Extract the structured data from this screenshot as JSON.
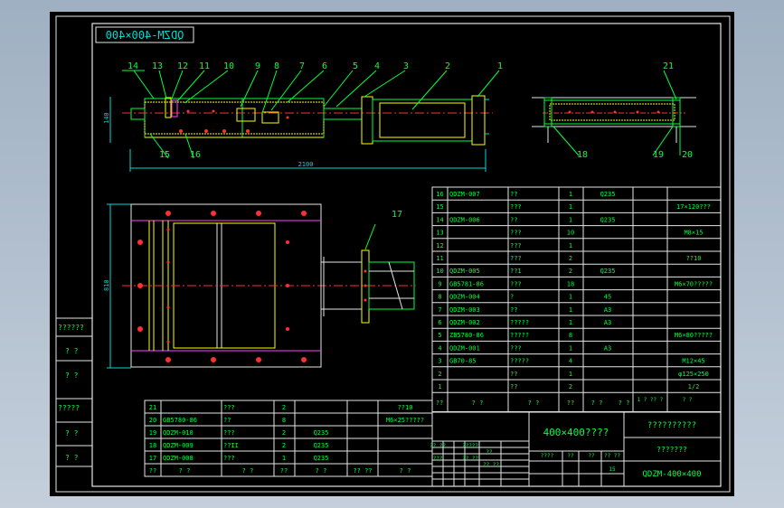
{
  "colors": {
    "background": "#000000",
    "frame": "#ffffff",
    "cad_cyan": "#00d8d8",
    "cad_green": "#00ff40",
    "cad_yellow": "#ffff00",
    "cad_red": "#ff3030",
    "cad_magenta": "#ff40ff",
    "cad_blue": "#4070ff",
    "cad_white": "#e6e6e6"
  },
  "drawing": {
    "code_box": "QDZM-400×400",
    "dimensions": {
      "height_left": "140",
      "overall_length": "2100",
      "plan_width": "810"
    },
    "part_callouts": {
      "top_left": [
        "14",
        "13",
        "12",
        "11",
        "10",
        "9",
        "8",
        "7",
        "6",
        "5",
        "4",
        "3",
        "2",
        "1"
      ],
      "bottom_left": [
        "15",
        "16"
      ],
      "right_view": [
        "21",
        "18",
        "19",
        "20"
      ],
      "plan_view": [
        "17"
      ]
    }
  },
  "parts_table": {
    "rows": [
      {
        "no": "16",
        "code": "QDZM-007",
        "name": "??",
        "qty": "1",
        "material": "Q235",
        "note": ""
      },
      {
        "no": "15",
        "code": "",
        "name": "???",
        "qty": "1",
        "material": "",
        "note": "17×120???"
      },
      {
        "no": "14",
        "code": "QDZM-006",
        "name": "??",
        "qty": "1",
        "material": "Q235",
        "note": ""
      },
      {
        "no": "13",
        "code": "",
        "name": "???",
        "qty": "10",
        "material": "",
        "note": "M8×15"
      },
      {
        "no": "12",
        "code": "",
        "name": "???",
        "qty": "1",
        "material": "",
        "note": ""
      },
      {
        "no": "11",
        "code": "",
        "name": "???",
        "qty": "2",
        "material": "",
        "note": "??10"
      },
      {
        "no": "10",
        "code": "QDZM-005",
        "name": "??1",
        "qty": "2",
        "material": "Q235",
        "note": ""
      },
      {
        "no": "9",
        "code": "GB5781-86",
        "name": "???",
        "qty": "18",
        "material": "",
        "note": "M6×70?????"
      },
      {
        "no": "8",
        "code": "QDZM-004",
        "name": "?",
        "qty": "1",
        "material": "45",
        "note": ""
      },
      {
        "no": "7",
        "code": "QDZM-003",
        "name": "??",
        "qty": "1",
        "material": "A3",
        "note": ""
      },
      {
        "no": "6",
        "code": "QDZM-002",
        "name": "?????",
        "qty": "1",
        "material": "A3",
        "note": ""
      },
      {
        "no": "5",
        "code": "ZB5780-86",
        "name": "?????",
        "qty": "8",
        "material": "",
        "note": "M6×80?????"
      },
      {
        "no": "4",
        "code": "QDZM-001",
        "name": "???",
        "qty": "1",
        "material": "A3",
        "note": ""
      },
      {
        "no": "3",
        "code": "GB70-85",
        "name": "?????",
        "qty": "4",
        "material": "",
        "note": "M12×45"
      },
      {
        "no": "2",
        "code": "",
        "name": "??",
        "qty": "1",
        "material": "",
        "note": "φ125×250"
      },
      {
        "no": "1",
        "code": "",
        "name": "??",
        "qty": "2",
        "material": "",
        "note": "1/2"
      }
    ],
    "header": [
      "??",
      "?  ?",
      "?  ?",
      "??",
      "?  ?",
      "?  ?"
    ],
    "header_extra": [
      "1 ?",
      "?? ?",
      "?  ?"
    ]
  },
  "lower_table": {
    "rows": [
      {
        "no": "21",
        "code": "",
        "name": "???",
        "qty": "2",
        "material": "",
        "note": "??10"
      },
      {
        "no": "20",
        "code": "GB5780-86",
        "name": "??",
        "qty": "8",
        "material": "",
        "note": "M6×25?????"
      },
      {
        "no": "19",
        "code": "QDZM-010",
        "name": "???",
        "qty": "2",
        "material": "Q235",
        "note": ""
      },
      {
        "no": "18",
        "code": "QDZM-009",
        "name": "??II",
        "qty": "2",
        "material": "Q235",
        "note": ""
      },
      {
        "no": "17",
        "code": "QDZM-008",
        "name": "???",
        "qty": "1",
        "material": "Q235",
        "note": ""
      }
    ],
    "header": [
      "??",
      "?  ?",
      "?  ?",
      "??",
      "?  ?",
      "?? ??",
      "?  ?"
    ]
  },
  "left_strip": {
    "labels": [
      "??????",
      "?  ?",
      "?  ?",
      "?????",
      "?  ?",
      "?  ?"
    ]
  },
  "title_block": {
    "product": "400×400????",
    "drawing_name": "??????????",
    "sub_label": "???????",
    "drawing_no": "QDZM-400×400",
    "grid_labels": [
      "?? ??",
      "?????",
      "??",
      "???",
      "?? ??",
      "?? ??",
      "????",
      "??",
      "??",
      "?? ??",
      "15"
    ]
  }
}
